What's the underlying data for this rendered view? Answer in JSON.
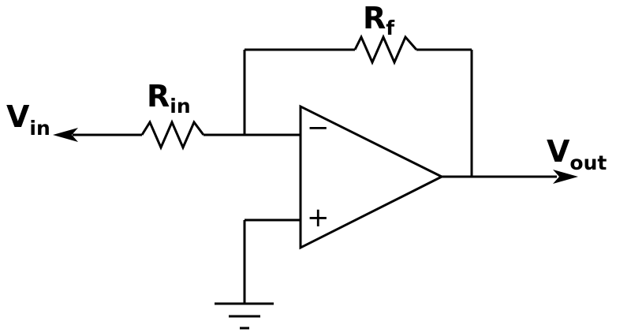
{
  "diagram": {
    "labels": {
      "vin_main": "V",
      "vin_sub": "in",
      "rin_main": "R",
      "rin_sub": "in",
      "rf_main": "R",
      "rf_sub": "f",
      "vout_main": "V",
      "vout_sub": "out",
      "minus_sign": "−",
      "plus_sign": "+"
    }
  }
}
